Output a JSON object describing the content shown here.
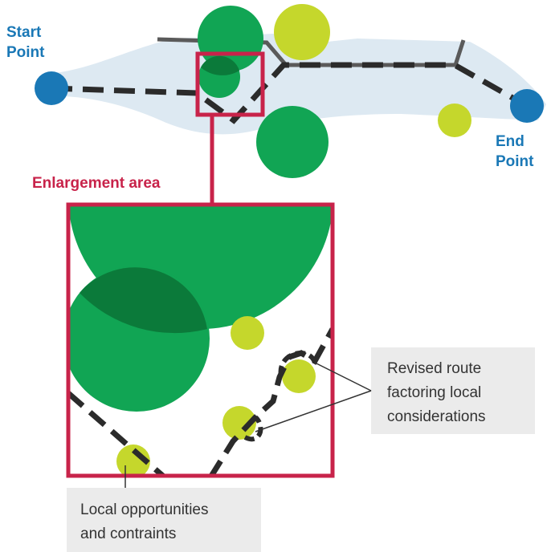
{
  "labels": {
    "start": [
      "Start",
      "Point"
    ],
    "end": [
      "End",
      "Point"
    ],
    "enlargement": "Enlargement area",
    "revised_route": [
      "Revised route",
      "factoring local",
      "considerations"
    ],
    "local_opportunities": [
      "Local opportunities",
      "and contraints"
    ]
  },
  "colors": {
    "corridor": "#dde9f2",
    "existing_route": "#5a5a5a",
    "dashed_route": "#2b2b2b",
    "tree_green": "#11a554",
    "tree_overlap": "#0b7a3a",
    "opportunity_lime": "#c5d72c",
    "endpoint_blue": "#1a78b6",
    "frame_red": "#c8234a",
    "callout_bg": "#ebebeb",
    "label_blue": "#1a78b6",
    "label_red": "#c8234a"
  },
  "icons": {
    "start_marker": "blue-dot",
    "end_marker": "blue-dot"
  }
}
